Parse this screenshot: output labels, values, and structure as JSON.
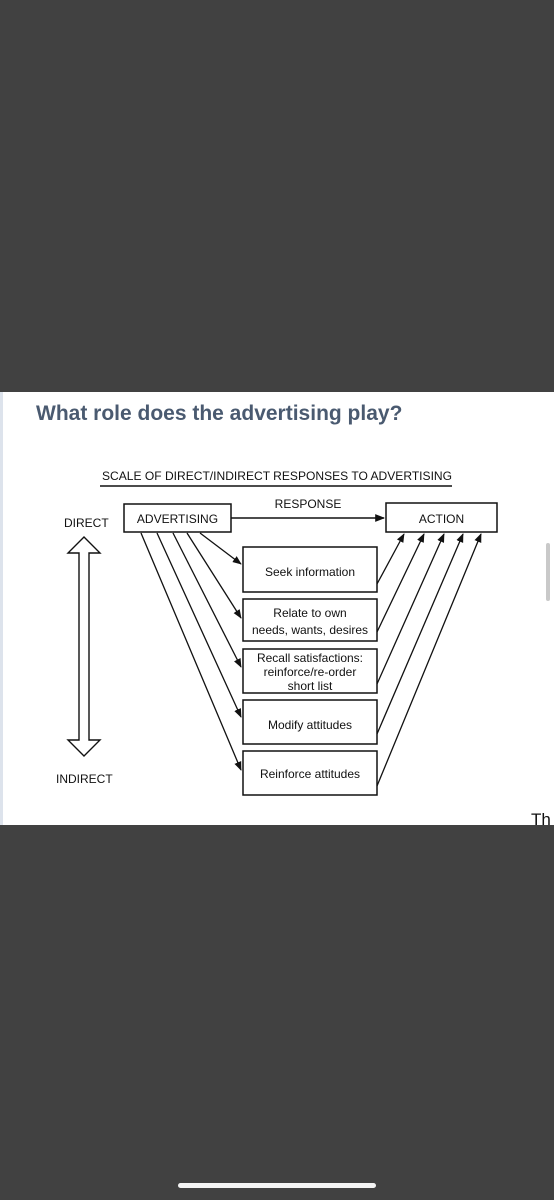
{
  "slide": {
    "title": "What role does the advertising play?",
    "cutoff_text": "Th"
  },
  "diagram": {
    "heading": "SCALE OF DIRECT/INDIRECT RESPONSES TO ADVERTISING",
    "response_label": "RESPONSE",
    "scale": {
      "top": "DIRECT",
      "bottom": "INDIRECT"
    },
    "source_box": "ADVERTISING",
    "target_box": "ACTION",
    "steps": [
      {
        "lines": [
          "Seek information"
        ]
      },
      {
        "lines": [
          "Relate to own",
          "needs, wants, desires"
        ]
      },
      {
        "lines": [
          "Recall satisfactions:",
          "reinforce/re-order",
          "short list"
        ]
      },
      {
        "lines": [
          "Modify attitudes"
        ]
      },
      {
        "lines": [
          "Reinforce attitudes"
        ]
      }
    ]
  }
}
